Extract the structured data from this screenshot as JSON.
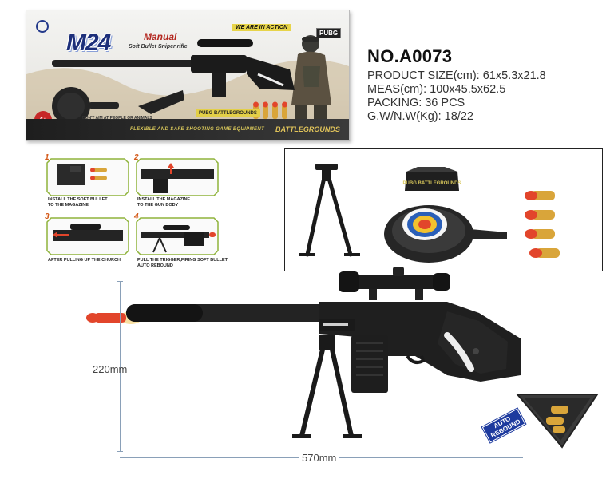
{
  "box": {
    "title": "M24",
    "subtitle_1": "Manual",
    "subtitle_2": "Soft Bullet Sniper rifle",
    "banner": "WE ARE IN ACTION",
    "brand": "PUBG",
    "age": "6+",
    "warning": "DON'T AIM AT PEOPLE OR ANIMALS",
    "badge": "PUBG BATTLEGROUNDS",
    "tagline": "FLEXIBLE AND SAFE SHOOTING GAME EQUIPMENT",
    "battle": "BATTLEGROUNDS"
  },
  "spec": {
    "model": "NO.A0073",
    "lines": [
      "PRODUCT SIZE(cm): 61x5.3x21.8",
      "MEAS(cm): 100x45.5x62.5",
      "PACKING: 36 PCS",
      "G.W/N.W(Kg): 18/22"
    ]
  },
  "steps": [
    {
      "num": "1",
      "caption": "INSTALL THE SOFT BULLET\nTO THE MAGAZINE"
    },
    {
      "num": "2",
      "caption": "INSTALL THE MAGAZINE\nTO THE GUN BODY"
    },
    {
      "num": "3",
      "caption": "AFTER PULLING UP THE CHURCH"
    },
    {
      "num": "4",
      "caption": "PULL THE TRIGGER,FIRING SOFT BULLET\nAUTO REBOUND"
    }
  ],
  "accessories": {
    "stand_label": "PUBG BATTLEGROUNDS"
  },
  "dimensions": {
    "height": "220mm",
    "length": "570mm"
  },
  "auto_rebound": "AUTO REBOUND",
  "colors": {
    "gun_body": "#1e1e1e",
    "bullet_tip": "#e2452b",
    "bullet_shell": "#d9a53a",
    "step_border": "#8fb33b",
    "title_blue": "#1d2f7a"
  }
}
